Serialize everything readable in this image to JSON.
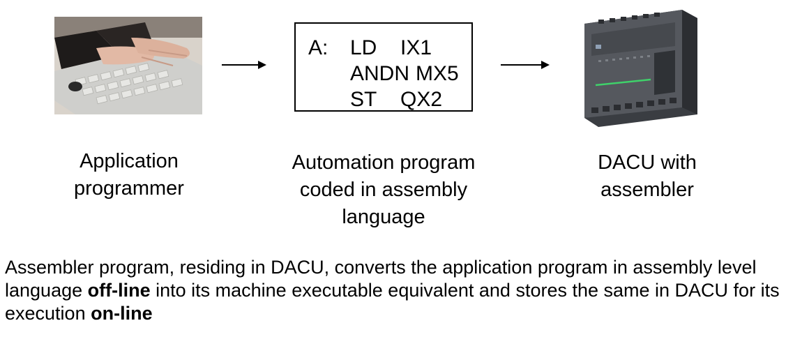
{
  "nodes": [
    {
      "id": "programmer",
      "caption_lines": [
        "Application",
        "programmer"
      ]
    },
    {
      "id": "program",
      "caption_lines": [
        "Automation program",
        "coded in assembly",
        "language"
      ]
    },
    {
      "id": "dacu",
      "caption_lines": [
        "DACU with",
        "assembler"
      ]
    }
  ],
  "code": {
    "label": "A:",
    "lines": [
      {
        "op": "LD",
        "arg": "IX1"
      },
      {
        "op": "ANDN",
        "arg": "MX5"
      },
      {
        "op": "ST",
        "arg": "QX2"
      }
    ]
  },
  "description": {
    "segments": [
      {
        "text": "Assembler program, residing in DACU, converts the application program in assembly level language ",
        "bold": false
      },
      {
        "text": "off-line",
        "bold": true
      },
      {
        "text": " into its machine executable equivalent and stores the same in DACU for its execution ",
        "bold": false
      },
      {
        "text": "on-line",
        "bold": true
      }
    ]
  },
  "colors": {
    "plc_body": "#4a4d52",
    "plc_panel": "#2f3236",
    "plc_led_green": "#3fd16a"
  }
}
